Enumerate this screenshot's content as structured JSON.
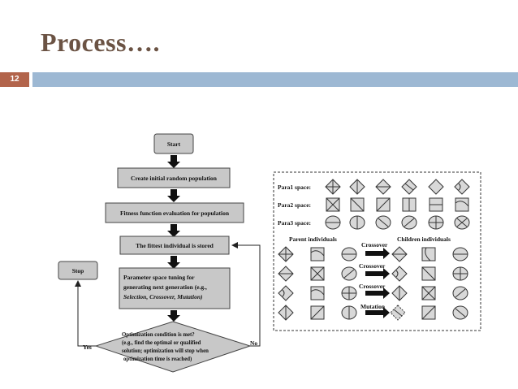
{
  "slide": {
    "title": "Process….",
    "number": "12"
  },
  "flowchart": {
    "start": "Start",
    "step1": "Create initial random population",
    "step2": "Fitness function evaluation for population",
    "step3": "The fittest individual is stored",
    "step4": [
      "Parameter space tuning for",
      "generating next generation (e.g.,",
      "Selection, Crossover, Mutation)"
    ],
    "decision": [
      "Optimization condition is met?",
      "(e.g., find the optimal or qualified",
      "solution; optimization will stop when",
      "optimization time is reached)"
    ],
    "stop": "Stop",
    "yes": "Yes",
    "no": "No"
  },
  "panel": {
    "para1": "Para1 space:",
    "para2": "Para2 space:",
    "para3": "Para3 space:",
    "parent_header": "Parent individuals",
    "children_header": "Children individuals",
    "ops": [
      "Crossover",
      "Crossover",
      "Crossover",
      "Mutation"
    ]
  }
}
